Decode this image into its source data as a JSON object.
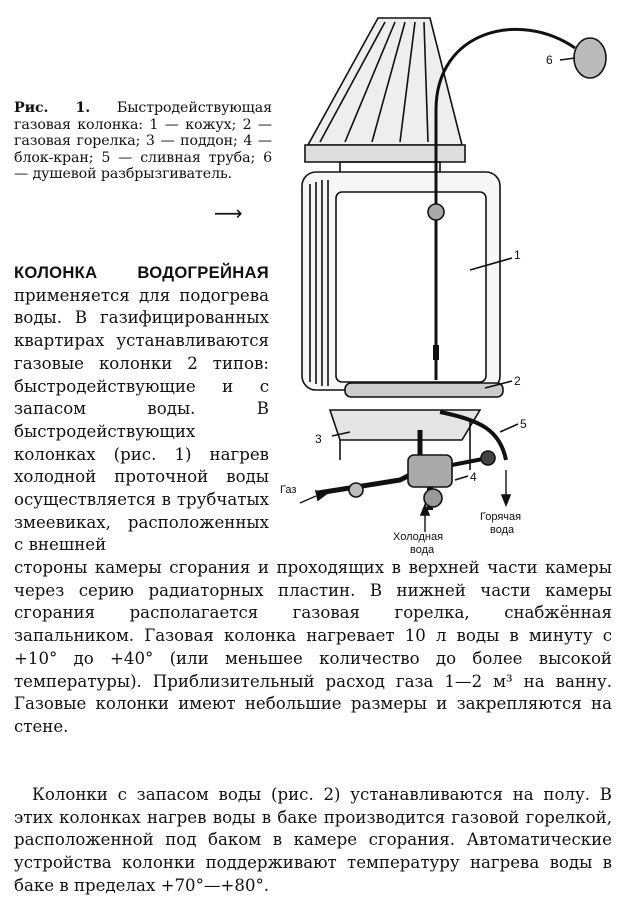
{
  "figure": {
    "caption": {
      "label": "Рис. 1.",
      "text": "Быстродействующая газовая колонка: 1 — кожух; 2 — газовая горелка; 3 — поддон; 4 — блок-кран; 5 — сливная труба; 6 — душевой разбрызгиватель.",
      "arrow": "⟶"
    },
    "callouts": {
      "n1": "1",
      "n2": "2",
      "n3": "3",
      "n4": "4",
      "n5": "5",
      "n6": "6"
    },
    "labels": {
      "gas": "Газ",
      "cold_water_1": "Холодная",
      "cold_water_2": "вода",
      "hot_water_1": "Горячая",
      "hot_water_2": "вода"
    }
  },
  "article": {
    "term": "КОЛОНКА ВОДОГРЕЙНАЯ",
    "narrow_text": "применяется для подогрева воды. В газифицированных квартирах устанавливаются газовые колонки 2 типов: быстродействующие и с запасом воды. В быстродействующих колонках (рис. 1) нагрев холодной проточной воды осуществляется в трубчатых змеевиках, расположенных с внешней",
    "full_text_1": "стороны камеры сгорания и проходящих в верхней части камеры через серию радиаторных пластин. В нижней части камеры сгорания располагается газовая горелка, снабжённая запальником. Газовая колонка нагревает 10 л воды в минуту с +10° до +40° (или меньшее количество до более высокой температуры). Приблизительный расход газа 1—2 м³ на ванну. Газовые колонки имеют небольшие размеры и закрепляются на стене.",
    "full_text_2": "Колонки с запасом воды (рис. 2) устанавливаются на полу. В этих колонках нагрев воды в баке производится газовой горелкой, расположенной под баком в камере сгорания. Автоматические устройства колонки поддерживают температуру нагрева воды в баке в пределах +70°—+80°."
  }
}
